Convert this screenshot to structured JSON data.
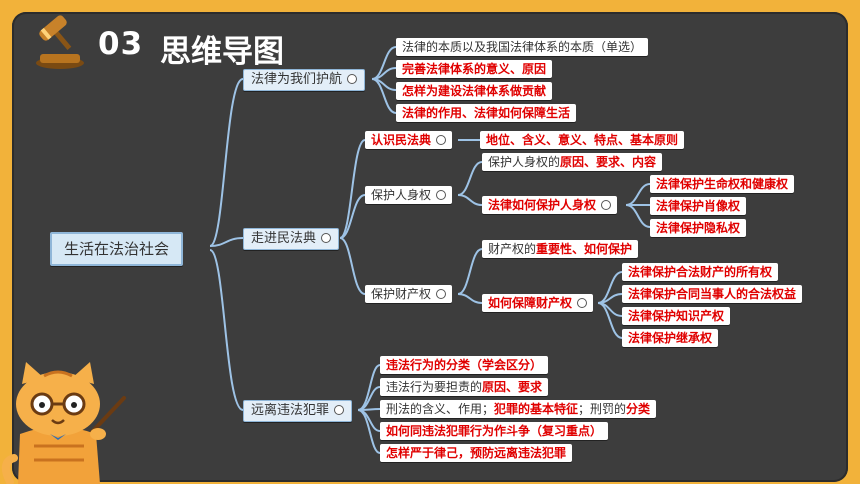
{
  "title": {
    "number": "03",
    "text": "思维导图"
  },
  "root": "生活在法治社会",
  "branches": {
    "b1": {
      "label": "法律为我们护航",
      "items": [
        {
          "parts": [
            {
              "t": "法律的本质以及我国法律体系的本质（单选）",
              "red": false
            }
          ]
        },
        {
          "parts": [
            {
              "t": "完善法律体系的意义、原因",
              "red": true
            }
          ]
        },
        {
          "parts": [
            {
              "t": "怎样为建设法律体系做贡献",
              "red": true
            }
          ]
        },
        {
          "parts": [
            {
              "t": "法律的作用、法律如何保障生活",
              "red": true
            }
          ]
        }
      ]
    },
    "b2": {
      "label": "走进民法典",
      "civil_code": {
        "label": "认识民法典",
        "detail": "地位、含义、意义、特点、基本原则"
      },
      "personal": {
        "label": "保护人身权",
        "reason": [
          {
            "t": "保护人身权的",
            "red": false
          },
          {
            "t": "原因、要求、内容",
            "red": true
          }
        ],
        "how": {
          "label": "法律如何保护人身权",
          "items": [
            "法律保护生命权和健康权",
            "法律保护肖像权",
            "法律保护隐私权"
          ]
        }
      },
      "property": {
        "label": "保护财产权",
        "reason": [
          {
            "t": "财产权的",
            "red": false
          },
          {
            "t": "重要性、如何保护",
            "red": true
          }
        ],
        "how": {
          "label": "如何保障财产权",
          "items": [
            "法律保护合法财产的所有权",
            "法律保护合同当事人的合法权益",
            "法律保护知识产权",
            "法律保护继承权"
          ]
        }
      }
    },
    "b3": {
      "label": "远离违法犯罪",
      "items": [
        {
          "parts": [
            {
              "t": "违法行为的分类（学会区分）",
              "red": true
            }
          ]
        },
        {
          "parts": [
            {
              "t": "违法行为要担责的",
              "red": false
            },
            {
              "t": "原因、要求",
              "red": true
            }
          ]
        },
        {
          "parts": [
            {
              "t": "刑法的含义、作用；",
              "red": false
            },
            {
              "t": "犯罪的基本特征",
              "red": true
            },
            {
              "t": "；刑罚的",
              "red": false
            },
            {
              "t": "分类",
              "red": true
            }
          ]
        },
        {
          "parts": [
            {
              "t": "如何同违法犯罪行为作斗争（复习重点）",
              "red": true
            }
          ]
        },
        {
          "parts": [
            {
              "t": "怎样严于律己，预防远离违法犯罪",
              "red": true
            }
          ]
        }
      ]
    }
  },
  "colors": {
    "background": "#f2b23a",
    "board": "#3d3d3d",
    "line": "#9ec3e6",
    "emphasis": "#e00000"
  },
  "icons": {
    "gavel": "gavel-icon",
    "cat": "cat-teacher-illustration"
  }
}
